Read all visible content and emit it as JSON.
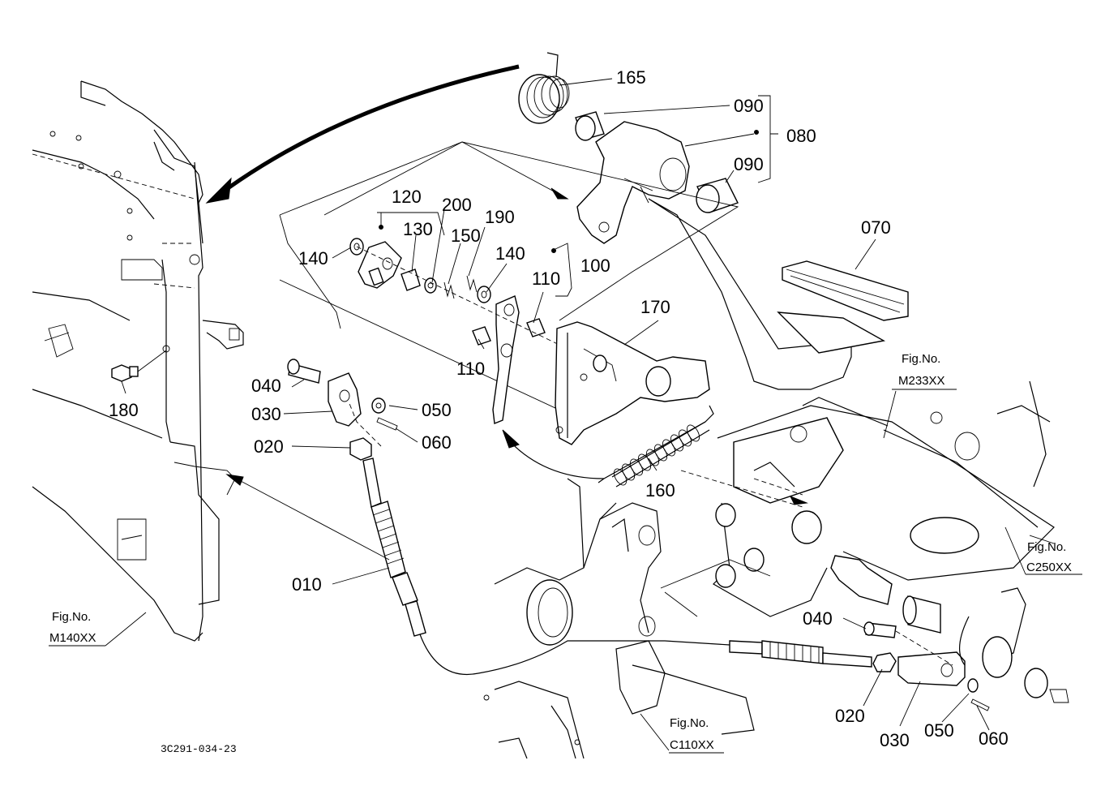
{
  "diagram": {
    "drawing_code": "3C291-034-23",
    "part_labels": {
      "p165": "165",
      "p090a": "090",
      "p080": "080",
      "p090b": "090",
      "p120": "120",
      "p200": "200",
      "p130": "130",
      "p190": "190",
      "p150": "150",
      "p140a": "140",
      "p140b": "140",
      "p100": "100",
      "p110a": "110",
      "p110b": "110",
      "p070": "070",
      "p170": "170",
      "p180": "180",
      "p040a": "040",
      "p030a": "030",
      "p050a": "050",
      "p060a": "060",
      "p020a": "020",
      "p160": "160",
      "p010": "010",
      "p040b": "040",
      "p020b": "020",
      "p030b": "030",
      "p050b": "050",
      "p060b": "060"
    },
    "fig_refs": {
      "m233": {
        "title": "Fig.No.",
        "code": "M233XX"
      },
      "c250": {
        "title": "Fig.No.",
        "code": "C250XX"
      },
      "m140": {
        "title": "Fig.No.",
        "code": "M140XX"
      },
      "c110": {
        "title": "Fig.No.",
        "code": "C110XX"
      }
    }
  }
}
